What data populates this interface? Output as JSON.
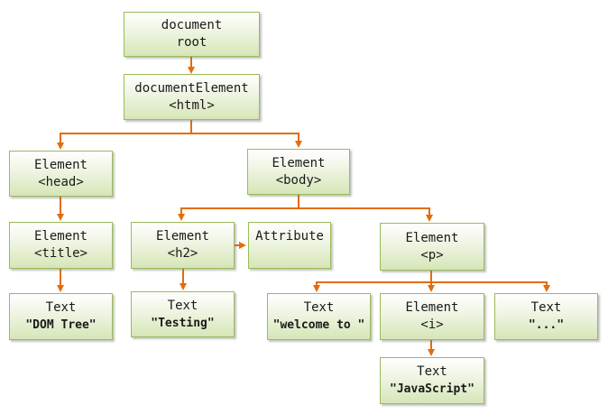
{
  "nodes": {
    "root": {
      "line1": "document",
      "line2": "root"
    },
    "html": {
      "line1": "documentElement",
      "line2": "<html>"
    },
    "head": {
      "line1": "Element",
      "line2": "<head>"
    },
    "body": {
      "line1": "Element",
      "line2": "<body>"
    },
    "title": {
      "line1": "Element",
      "line2": "<title>"
    },
    "title_text": {
      "line1": "Text",
      "line2": "\"DOM Tree\""
    },
    "h2": {
      "line1": "Element",
      "line2": "<h2>"
    },
    "h2_text": {
      "line1": "Text",
      "line2": "\"Testing\""
    },
    "attribute": {
      "line1": "Attribute"
    },
    "p": {
      "line1": "Element",
      "line2": "<p>"
    },
    "p_text1": {
      "line1": "Text",
      "line2": "\"welcome to \""
    },
    "i": {
      "line1": "Element",
      "line2": "<i>"
    },
    "p_text2": {
      "line1": "Text",
      "line2": "\"...\""
    },
    "i_text": {
      "line1": "Text",
      "line2": "\"JavaScript\""
    }
  },
  "colors": {
    "connector": "#e46c0a",
    "node_border": "#9bbb59",
    "node_fill_top": "#ffffff",
    "node_fill_bottom": "#d6e6b7"
  }
}
